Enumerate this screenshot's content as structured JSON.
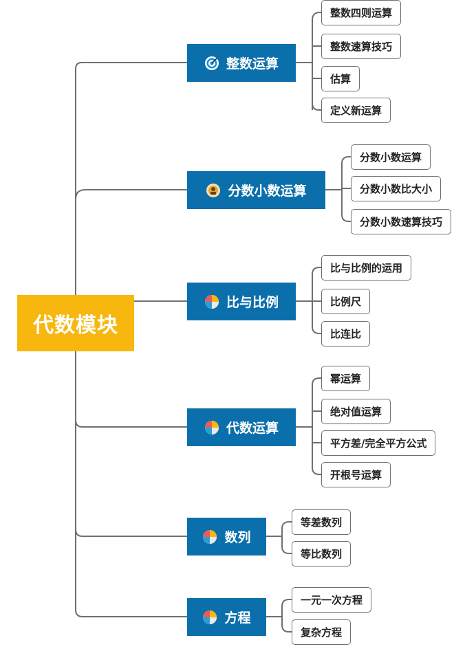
{
  "root": {
    "label": "代数模块"
  },
  "categories": [
    {
      "label": "整数运算",
      "icon": "target-icon",
      "leaves": [
        "整数四则运算",
        "整数速算技巧",
        "估算",
        "定义新运算"
      ]
    },
    {
      "label": "分数小数运算",
      "icon": "badge-icon",
      "leaves": [
        "分数小数运算",
        "分数小数比大小",
        "分数小数速算技巧"
      ]
    },
    {
      "label": "比与比例",
      "icon": "pie-chart-icon",
      "leaves": [
        "比与比例的运用",
        "比例尺",
        "比连比"
      ]
    },
    {
      "label": "代数运算",
      "icon": "pie-chart-icon",
      "leaves": [
        "幂运算",
        "绝对值运算",
        "平方差/完全平方公式",
        "开根号运算"
      ]
    },
    {
      "label": "数列",
      "icon": "pie-chart-icon",
      "leaves": [
        "等差数列",
        "等比数列"
      ]
    },
    {
      "label": "方程",
      "icon": "pie-chart-icon",
      "leaves": [
        "一元一次方程",
        "复杂方程"
      ]
    }
  ],
  "colors": {
    "root": "#f7b70e",
    "category": "#0b6fac",
    "line": "#6f6f6f"
  }
}
